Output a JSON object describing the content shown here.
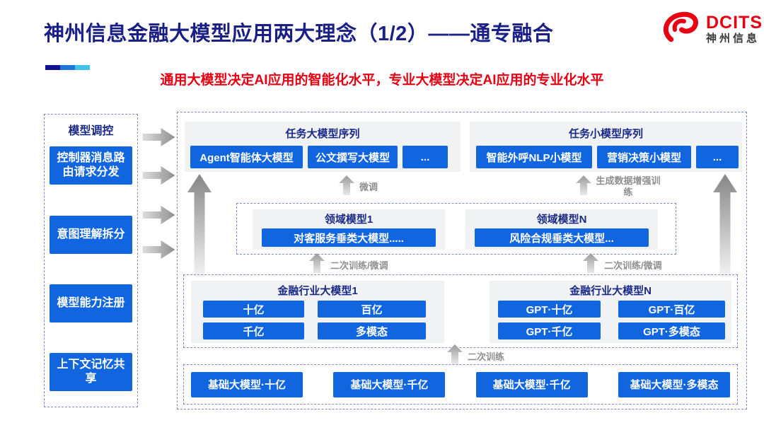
{
  "header": {
    "title": "神州信息金融大模型应用两大理念（1/2）——通专融合",
    "subtitle": "通用大模型决定AI应用的智能化水平，专业大模型决定AI应用的专业化水平",
    "logo": {
      "brand": "DCITS",
      "brand_cn": "神州信息"
    }
  },
  "colors": {
    "accent_blue": "#1166E0",
    "title_navy": "#1A1F86",
    "section_navy": "#1B2A86",
    "subtitle_red": "#E60012",
    "panel_gray": "#F1F2F4",
    "label_gray": "#8f8f8f",
    "decor_bar": [
      "#10128F",
      "#1C74DC",
      "#3FC3EA"
    ]
  },
  "sidebar": {
    "title": "模型调控",
    "items": [
      "控制器消息路由请求分发",
      "意图理解拆分",
      "模型能力注册",
      "上下文记忆共享"
    ]
  },
  "main": {
    "task_large": {
      "title": "任务大模型序列",
      "items": [
        "Agent智能体大模型",
        "公文撰写大模型",
        "..."
      ]
    },
    "task_small": {
      "title": "任务小模型序列",
      "items": [
        "智能外呼NLP小模型",
        "营销决策小模型",
        "..."
      ]
    },
    "flow_labels": {
      "finetune": "微调",
      "augment": "生成数据增强训练",
      "retrain_ft_left": "二次训练/微调",
      "retrain_ft_right": "二次训练/微调",
      "retrain": "二次训练"
    },
    "domain_box": {
      "domain1": {
        "title": "领域模型1",
        "item": "对客服务垂类大模型....."
      },
      "domainN": {
        "title": "领域模型N",
        "item": "风险合规垂类大模型..."
      }
    },
    "industry_box": {
      "model1": {
        "title": "金融行业大模型1",
        "items": [
          "十亿",
          "百亿",
          "千亿",
          "多模态"
        ]
      },
      "modelN": {
        "title": "金融行业大模型N",
        "items": [
          "GPT·十亿",
          "GPT·百亿",
          "GPT·千亿",
          "GPT·多模态"
        ]
      }
    },
    "base_models": [
      "基础大模型·十亿",
      "基础大模型·千亿",
      "基础大模型·千亿",
      "基础大模型·多模态"
    ]
  }
}
